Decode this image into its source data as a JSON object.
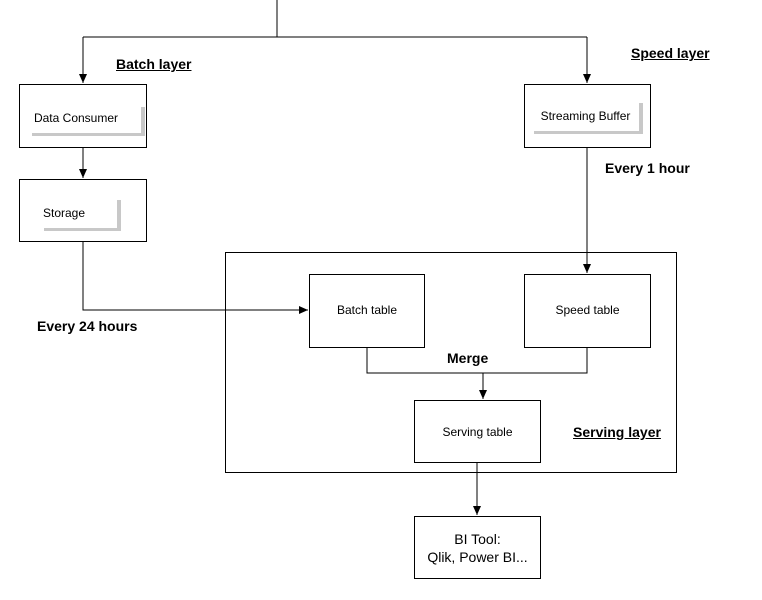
{
  "diagram": {
    "layers": {
      "batch": "Batch layer",
      "speed": "Speed layer",
      "serving": "Serving layer"
    },
    "nodes": {
      "data_consumer": "Data Consumer",
      "storage": "Storage",
      "streaming_buffer": "Streaming Buffer",
      "batch_table": "Batch table",
      "speed_table": "Speed table",
      "serving_table": "Serving table",
      "bi_tool": "BI Tool:\nQlik, Power BI..."
    },
    "edge_labels": {
      "every_24_hours": "Every 24 hours",
      "every_1_hour": "Every 1 hour",
      "merge": "Merge"
    },
    "colors": {
      "line": "#000000",
      "box_border": "#000000",
      "shadow": "#c8c8c8"
    }
  }
}
